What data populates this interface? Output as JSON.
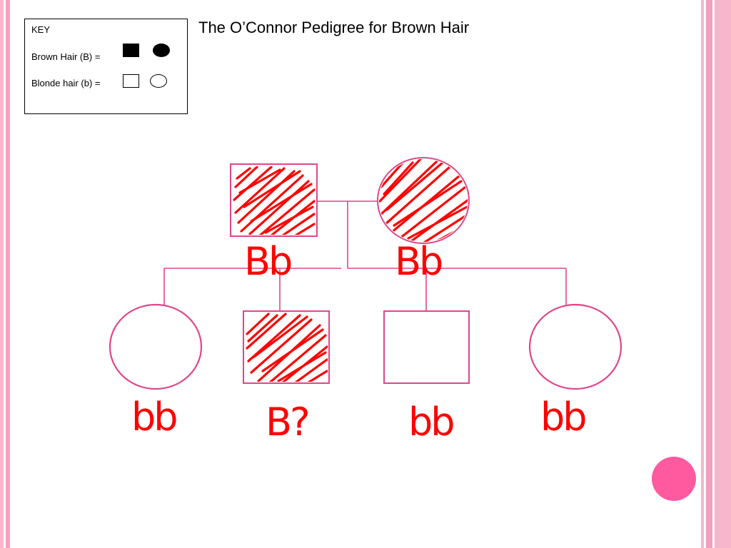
{
  "title": "The O’Connor Pedigree for Brown Hair",
  "key": {
    "heading": "KEY",
    "rows": [
      {
        "label": "Brown Hair (B) =",
        "filled": true
      },
      {
        "label": "Blonde hair (b) =",
        "filled": false
      }
    ]
  },
  "colors": {
    "line": "#e0468a",
    "scribble": "#ff0000",
    "accent": "#ff5aa0",
    "frame": "#f4a3bd"
  },
  "pedigree": {
    "parents": [
      {
        "sex": "male",
        "affected": true,
        "genotype": "Bb"
      },
      {
        "sex": "female",
        "affected": true,
        "genotype": "Bb"
      }
    ],
    "children": [
      {
        "sex": "female",
        "affected": false,
        "genotype": "bb"
      },
      {
        "sex": "male",
        "affected": true,
        "genotype": "B?"
      },
      {
        "sex": "male",
        "affected": false,
        "genotype": "bb"
      },
      {
        "sex": "female",
        "affected": false,
        "genotype": "bb"
      }
    ]
  }
}
